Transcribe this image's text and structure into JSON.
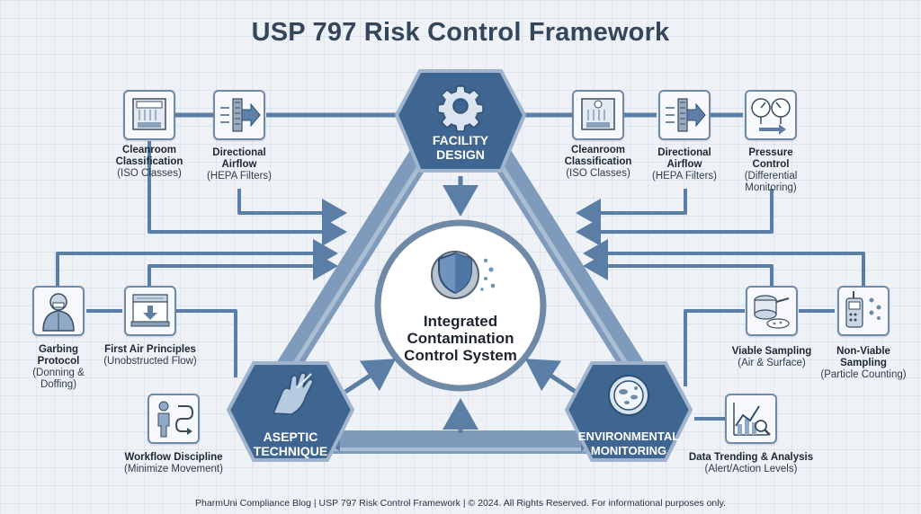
{
  "title": "USP 797 Risk Control Framework",
  "center": {
    "line1": "Integrated",
    "line2": "Contamination",
    "line3": "Control System"
  },
  "hexes": {
    "facility": {
      "line1": "FACILITY",
      "line2": "DESIGN"
    },
    "aseptic": {
      "line1": "ASEPTIC",
      "line2": "TECHNIQUE"
    },
    "environmental": {
      "line1": "ENVIRONMENTAL",
      "line2": "MONITORING"
    }
  },
  "items": {
    "cleanroom_left": {
      "title1": "Cleanroom",
      "title2": "Classification",
      "sub1": "(ISO Classes)"
    },
    "airflow_left": {
      "title1": "Directional",
      "title2": "Airflow",
      "sub1": "(HEPA Filters)"
    },
    "cleanroom_right": {
      "title1": "Cleanroom",
      "title2": "Classification",
      "sub1": "(ISO Classes)"
    },
    "airflow_right": {
      "title1": "Directional",
      "title2": "Airflow",
      "sub1": "(HEPA Filters)"
    },
    "pressure": {
      "title1": "Pressure",
      "title2": "Control",
      "sub1": "(Differential",
      "sub2": "Monitoring)"
    },
    "garbing": {
      "title1": "Garbing",
      "title2": "Protocol",
      "sub1": "(Donning &",
      "sub2": "Doffing)"
    },
    "first_air": {
      "title1": "First Air Principles",
      "sub1": "(Unobstructed Flow)"
    },
    "workflow": {
      "title1": "Workflow Discipline",
      "sub1": "(Minimize Movement)"
    },
    "viable": {
      "title1": "Viable Sampling",
      "sub1": "(Air & Surface)"
    },
    "non_viable": {
      "title1": "Non-Viable",
      "title2": "Sampling",
      "sub1": "(Particle Counting)"
    },
    "data_trending": {
      "title1": "Data Trending & Analysis",
      "sub1": "(Alert/Action Levels)"
    }
  },
  "icons": {
    "facility": "gear-icon",
    "aseptic": "gloved-hand-icon",
    "environmental": "petri-dish-icon",
    "center": "gear-shield-icon",
    "cleanroom": "cleanroom-icon",
    "airflow": "hepa-filter-icon",
    "pressure": "pressure-gauge-icon",
    "garbing": "gowned-person-icon",
    "first_air": "laminar-hood-icon",
    "workflow": "workflow-person-icon",
    "viable": "air-sampler-icon",
    "non_viable": "particle-counter-icon",
    "data_trending": "trend-chart-icon"
  },
  "footer": "PharmUni Compliance Blog | USP 797 Risk Control Framework | © 2024. All Rights Reserved. For informational purposes only.",
  "colors": {
    "hex_fill": "#3f6691",
    "band": "#7f9bbb",
    "band_light": "#a9bdd3",
    "arrow": "#5a7ea6",
    "title": "#35465b"
  }
}
